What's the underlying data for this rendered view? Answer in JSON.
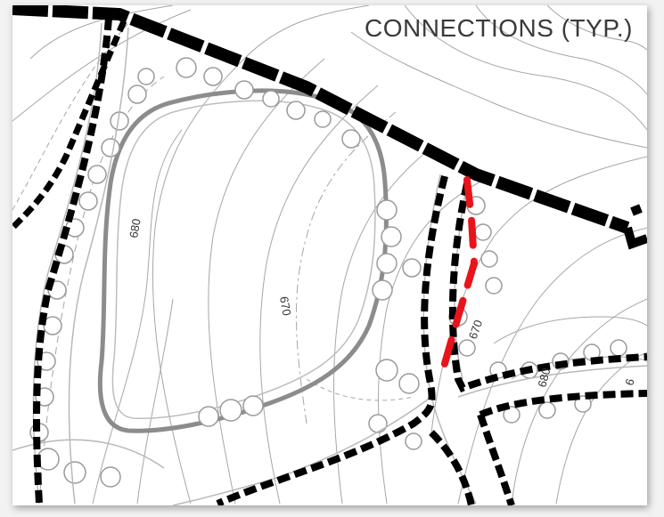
{
  "callout": {
    "text": "CONNECTIONS (TYP.)"
  },
  "contours": {
    "label_680_a": "680",
    "label_670_a": "670",
    "label_670_b": "670",
    "label_680_b": "680",
    "label_6_partial": "6"
  },
  "colors": {
    "path_black": "#000000",
    "connection_red": "#e8141b",
    "contour_gray": "#9a9a9a",
    "pond_outline": "#8c8c8c"
  },
  "icons": {
    "tree": "circle-tree-icon"
  }
}
